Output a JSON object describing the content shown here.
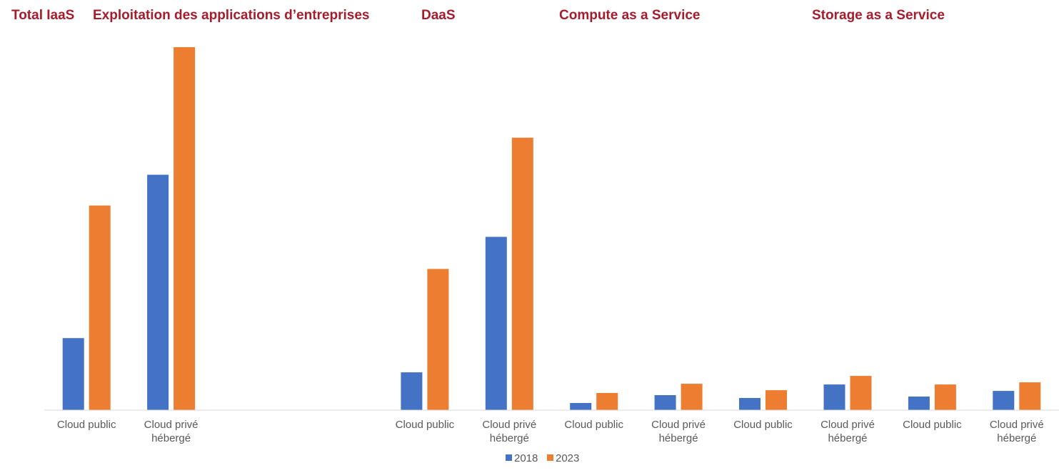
{
  "chart_data": {
    "type": "bar",
    "group_titles": [
      "Total IaaS",
      "Exploitation des applications d’entreprises",
      "DaaS",
      "Compute as a Service",
      "Storage as a Service"
    ],
    "categories": [
      [
        "Cloud public"
      ],
      [
        "Cloud privé",
        "hébergé"
      ],
      [
        ""
      ],
      [
        ""
      ],
      [
        "Cloud public"
      ],
      [
        "Cloud privé",
        "hébergé"
      ],
      [
        "Cloud public"
      ],
      [
        "Cloud privé",
        "hébergé"
      ],
      [
        "Cloud public"
      ],
      [
        "Cloud privé",
        "hébergé"
      ],
      [
        "Cloud public"
      ],
      [
        "Cloud privé",
        "hébergé"
      ]
    ],
    "series": [
      {
        "name": "2018",
        "color": "#4472C4",
        "values": [
          101,
          330,
          null,
          null,
          53,
          243,
          10,
          21,
          17,
          36,
          19,
          27
        ]
      },
      {
        "name": "2023",
        "color": "#ED7D31",
        "values": [
          287,
          509,
          null,
          null,
          198,
          382,
          24,
          37,
          28,
          48,
          36,
          39
        ]
      }
    ],
    "ylim": [
      0,
      520
    ],
    "grid": false,
    "legend_position": "bottom"
  }
}
